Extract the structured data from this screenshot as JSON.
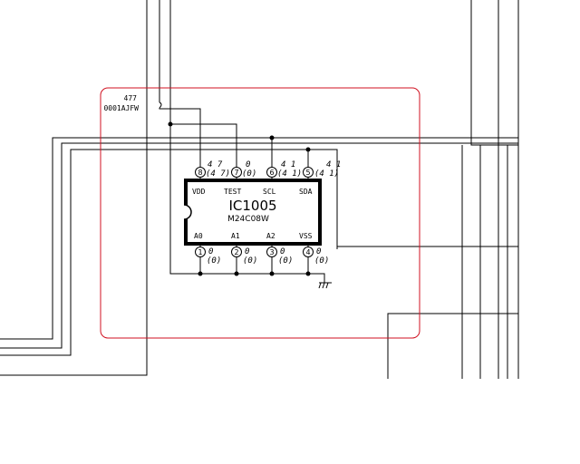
{
  "colors": {
    "wire": "#000000",
    "highlight": "#d01020",
    "background": "#ffffff"
  },
  "component": {
    "ref": "477",
    "part": "0001AJFW"
  },
  "ic": {
    "name": "IC1005",
    "part": "M24C08W",
    "top_pins": [
      {
        "num": "8",
        "label": "VDD",
        "v1": "4 7",
        "v2": "(4 7)"
      },
      {
        "num": "7",
        "label": "TEST",
        "v1": "0",
        "v2": "(0)"
      },
      {
        "num": "6",
        "label": "SCL",
        "v1": "4 1",
        "v2": "(4 1)"
      },
      {
        "num": "5",
        "label": "SDA",
        "v1": "4 1",
        "v2": "(4 1)"
      }
    ],
    "bottom_pins": [
      {
        "num": "1",
        "label": "A0",
        "v1": "0",
        "v2": "(0)"
      },
      {
        "num": "2",
        "label": "A1",
        "v1": "0",
        "v2": "(0)"
      },
      {
        "num": "3",
        "label": "A2",
        "v1": "0",
        "v2": "(0)"
      },
      {
        "num": "4",
        "label": "VSS",
        "v1": "0",
        "v2": "(0)"
      }
    ]
  }
}
